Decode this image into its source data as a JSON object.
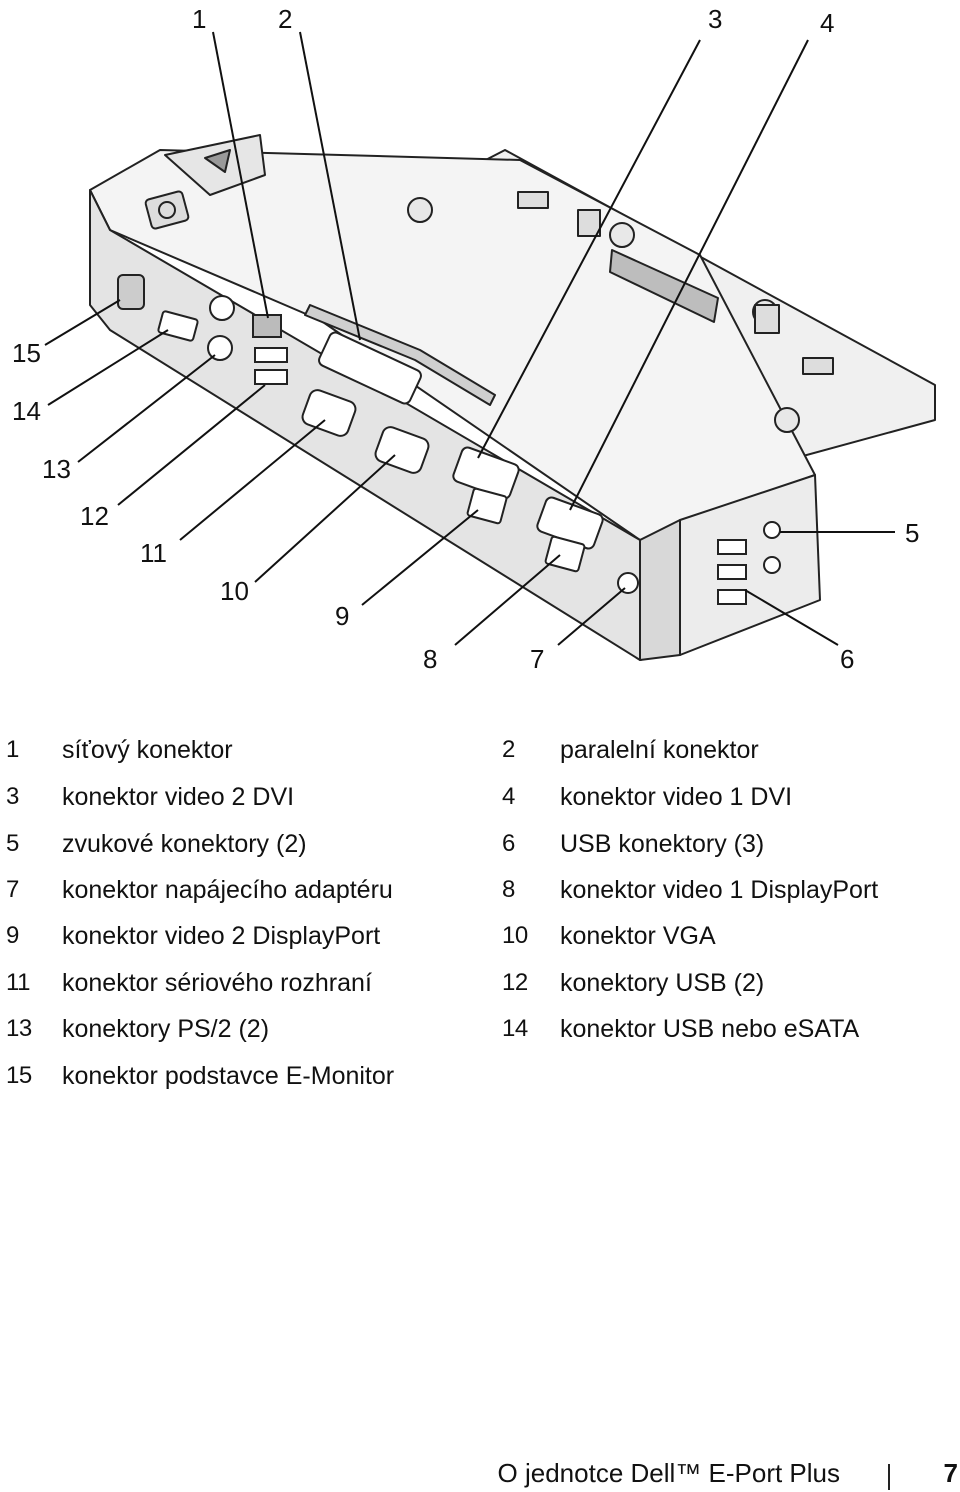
{
  "callouts": [
    "1",
    "2",
    "3",
    "4",
    "5",
    "6",
    "7",
    "8",
    "9",
    "10",
    "11",
    "12",
    "13",
    "14",
    "15"
  ],
  "legend": [
    {
      "n": "1",
      "t": "síťový konektor"
    },
    {
      "n": "2",
      "t": "paralelní konektor"
    },
    {
      "n": "3",
      "t": "konektor video 2 DVI"
    },
    {
      "n": "4",
      "t": "konektor video 1 DVI"
    },
    {
      "n": "5",
      "t": "zvukové konektory (2)"
    },
    {
      "n": "6",
      "t": "USB konektory (3)"
    },
    {
      "n": "7",
      "t": "konektor napájecího adaptéru"
    },
    {
      "n": "8",
      "t": "konektor video 1 DisplayPort"
    },
    {
      "n": "9",
      "t": "konektor video 2 DisplayPort"
    },
    {
      "n": "10",
      "t": "konektor VGA"
    },
    {
      "n": "11",
      "t": "konektor sériového rozhraní"
    },
    {
      "n": "12",
      "t": "konektory USB (2)"
    },
    {
      "n": "13",
      "t": "konektory PS/2 (2)"
    },
    {
      "n": "14",
      "t": "konektor USB nebo eSATA"
    },
    {
      "n": "15",
      "t": "konektor podstavce E-Monitor"
    }
  ],
  "footer": {
    "title": "O jednotce Dell™ E-Port Plus",
    "page": "7"
  },
  "colors": {
    "device_fill": "#f2f2f2",
    "device_shade": "#d6d6d6",
    "outline": "#222222"
  }
}
